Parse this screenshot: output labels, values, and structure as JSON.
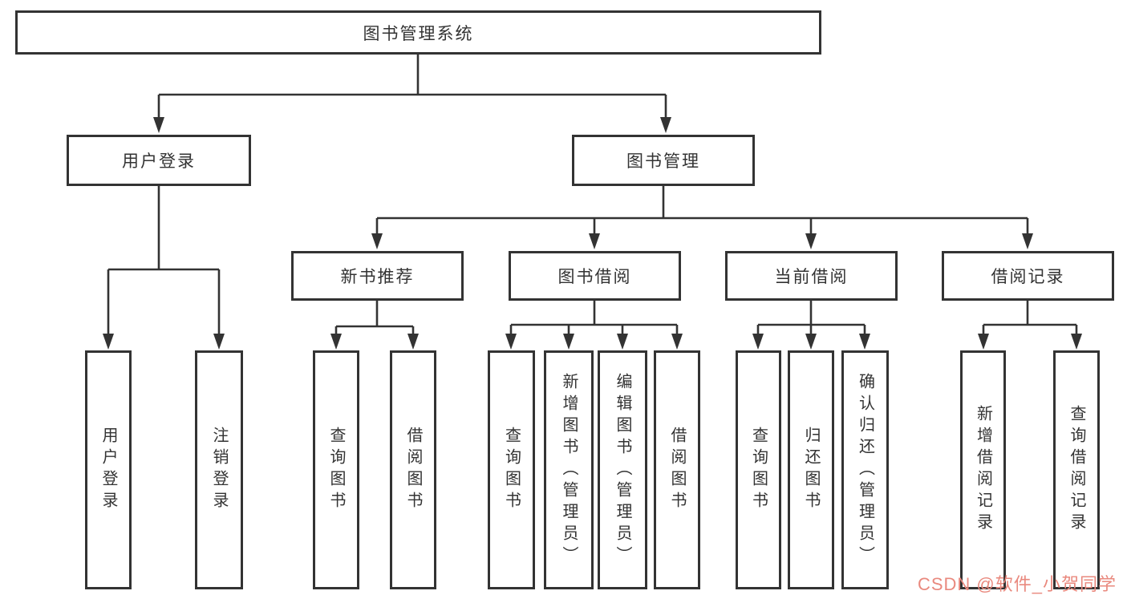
{
  "colors": {
    "line": "#333333",
    "box_border": "#333333",
    "text": "#333333",
    "watermark": "#e9897e",
    "background": "#ffffff"
  },
  "diagram": {
    "root": {
      "label": "图书管理系统"
    },
    "level2": [
      {
        "label": "用户登录"
      },
      {
        "label": "图书管理"
      }
    ],
    "level3": [
      {
        "label": "新书推荐"
      },
      {
        "label": "图书借阅"
      },
      {
        "label": "当前借阅"
      },
      {
        "label": "借阅记录"
      }
    ],
    "leaves": [
      {
        "label": "用户登录"
      },
      {
        "label": "注销登录"
      },
      {
        "label": "查询图书"
      },
      {
        "label": "借阅图书"
      },
      {
        "label": "查询图书"
      },
      {
        "label": "新增图书（管理员）"
      },
      {
        "label": "编辑图书（管理员）"
      },
      {
        "label": "借阅图书"
      },
      {
        "label": "查询图书"
      },
      {
        "label": "归还图书"
      },
      {
        "label": "确认归还（管理员）"
      },
      {
        "label": "新增借阅记录"
      },
      {
        "label": "查询借阅记录"
      }
    ]
  },
  "watermark": {
    "text": "CSDN @软件_小贺同学"
  }
}
